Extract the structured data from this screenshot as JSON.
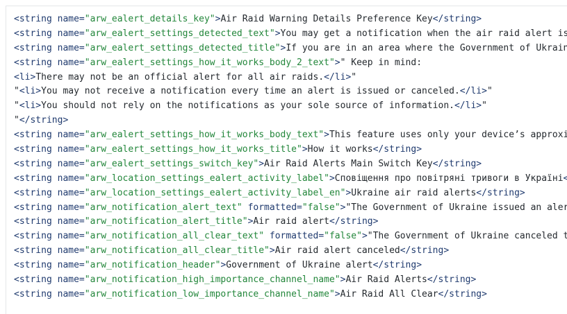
{
  "code_lines": [
    [
      [
        "tag",
        "<string "
      ],
      [
        "attr",
        "name="
      ],
      [
        "val",
        "\"arw_ealert_details_key\""
      ],
      [
        "tag",
        ">"
      ],
      [
        "txt",
        "Air Raid Warning Details Preference Key"
      ],
      [
        "tag",
        "</string>"
      ]
    ],
    [
      [
        "tag",
        "<string "
      ],
      [
        "attr",
        "name="
      ],
      [
        "val",
        "\"arw_ealert_settings_detected_text\""
      ],
      [
        "tag",
        ">"
      ],
      [
        "txt",
        "You may get a notification when the air raid alert is"
      ]
    ],
    [
      [
        "tag",
        "<string "
      ],
      [
        "attr",
        "name="
      ],
      [
        "val",
        "\"arw_ealert_settings_detected_title\""
      ],
      [
        "tag",
        ">"
      ],
      [
        "txt",
        "If you are in an area where the Government of Ukraine"
      ]
    ],
    [
      [
        "tag",
        "<string "
      ],
      [
        "attr",
        "name="
      ],
      [
        "val",
        "\"arw_ealert_settings_how_it_works_body_2_text\""
      ],
      [
        "tag",
        ">"
      ],
      [
        "txt",
        "\" Keep in mind:"
      ]
    ],
    [
      [
        "tag",
        "<li>"
      ],
      [
        "txt",
        "There may not be an official alert for all air raids."
      ],
      [
        "tag",
        "</li>"
      ],
      [
        "txt",
        "\""
      ]
    ],
    [
      [
        "txt",
        "\""
      ],
      [
        "tag",
        "<li>"
      ],
      [
        "txt",
        "You may not receive a notification every time an alert is issued or canceled."
      ],
      [
        "tag",
        "</li>"
      ],
      [
        "txt",
        "\""
      ]
    ],
    [
      [
        "txt",
        "\""
      ],
      [
        "tag",
        "<li>"
      ],
      [
        "txt",
        "You should not rely on the notifications as your sole source of information."
      ],
      [
        "tag",
        "</li>"
      ],
      [
        "txt",
        "\""
      ]
    ],
    [
      [
        "txt",
        "\""
      ],
      [
        "tag",
        "</string>"
      ]
    ],
    [
      [
        "tag",
        "<string "
      ],
      [
        "attr",
        "name="
      ],
      [
        "val",
        "\"arw_ealert_settings_how_it_works_body_text\""
      ],
      [
        "tag",
        ">"
      ],
      [
        "txt",
        "This feature uses only your device’s approxim"
      ]
    ],
    [
      [
        "tag",
        "<string "
      ],
      [
        "attr",
        "name="
      ],
      [
        "val",
        "\"arw_ealert_settings_how_it_works_title\""
      ],
      [
        "tag",
        ">"
      ],
      [
        "txt",
        "How it works"
      ],
      [
        "tag",
        "</string>"
      ]
    ],
    [
      [
        "tag",
        "<string "
      ],
      [
        "attr",
        "name="
      ],
      [
        "val",
        "\"arw_ealert_settings_switch_key\""
      ],
      [
        "tag",
        ">"
      ],
      [
        "txt",
        "Air Raid Alerts Main Switch Key"
      ],
      [
        "tag",
        "</string>"
      ]
    ],
    [
      [
        "tag",
        "<string "
      ],
      [
        "attr",
        "name="
      ],
      [
        "val",
        "\"arw_location_settings_ealert_activity_label\""
      ],
      [
        "tag",
        ">"
      ],
      [
        "txt",
        "Сповіщення про повітряні тривоги в Україні"
      ],
      [
        "tag",
        "</"
      ]
    ],
    [
      [
        "tag",
        "<string "
      ],
      [
        "attr",
        "name="
      ],
      [
        "val",
        "\"arw_location_settings_ealert_activity_label_en\""
      ],
      [
        "tag",
        ">"
      ],
      [
        "txt",
        "Ukraine air raid alerts"
      ],
      [
        "tag",
        "</string>"
      ]
    ],
    [
      [
        "tag",
        "<string "
      ],
      [
        "attr",
        "name="
      ],
      [
        "val",
        "\"arw_notification_alert_text\""
      ],
      [
        "txt",
        " "
      ],
      [
        "attr",
        "formatted="
      ],
      [
        "val",
        "\"false\""
      ],
      [
        "tag",
        ">"
      ],
      [
        "txt",
        "\"The Government of Ukraine issued an alert"
      ]
    ],
    [
      [
        "tag",
        "<string "
      ],
      [
        "attr",
        "name="
      ],
      [
        "val",
        "\"arw_notification_alert_title\""
      ],
      [
        "tag",
        ">"
      ],
      [
        "txt",
        "Air raid alert"
      ],
      [
        "tag",
        "</string>"
      ]
    ],
    [
      [
        "tag",
        "<string "
      ],
      [
        "attr",
        "name="
      ],
      [
        "val",
        "\"arw_notification_all_clear_text\""
      ],
      [
        "txt",
        " "
      ],
      [
        "attr",
        "formatted="
      ],
      [
        "val",
        "\"false\""
      ],
      [
        "tag",
        ">"
      ],
      [
        "txt",
        "\"The Government of Ukraine canceled th"
      ]
    ],
    [
      [
        "tag",
        "<string "
      ],
      [
        "attr",
        "name="
      ],
      [
        "val",
        "\"arw_notification_all_clear_title\""
      ],
      [
        "tag",
        ">"
      ],
      [
        "txt",
        "Air raid alert canceled"
      ],
      [
        "tag",
        "</string>"
      ]
    ],
    [
      [
        "tag",
        "<string "
      ],
      [
        "attr",
        "name="
      ],
      [
        "val",
        "\"arw_notification_header\""
      ],
      [
        "tag",
        ">"
      ],
      [
        "txt",
        "Government of Ukraine alert"
      ],
      [
        "tag",
        "</string>"
      ]
    ],
    [
      [
        "tag",
        "<string "
      ],
      [
        "attr",
        "name="
      ],
      [
        "val",
        "\"arw_notification_high_importance_channel_name\""
      ],
      [
        "tag",
        ">"
      ],
      [
        "txt",
        "Air Raid Alerts"
      ],
      [
        "tag",
        "</string>"
      ]
    ],
    [
      [
        "tag",
        "<string "
      ],
      [
        "attr",
        "name="
      ],
      [
        "val",
        "\"arw_notification_low_importance_channel_name\""
      ],
      [
        "tag",
        ">"
      ],
      [
        "txt",
        "Air Raid All Clear"
      ],
      [
        "tag",
        "</string>"
      ]
    ]
  ]
}
